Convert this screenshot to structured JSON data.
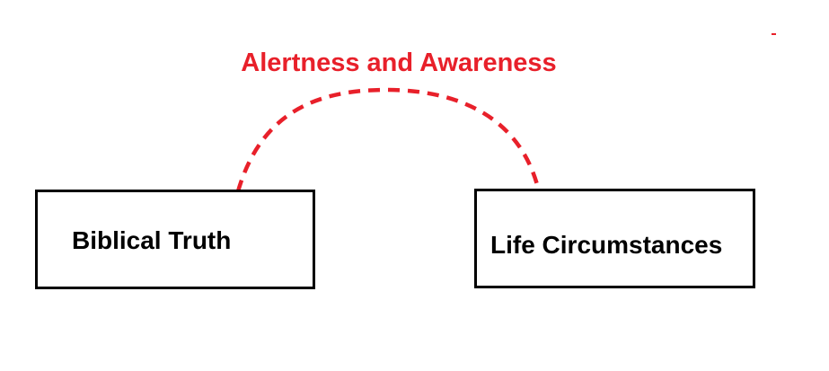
{
  "diagram": {
    "title": "Alertness and Awareness",
    "left_box_label": "Biblical Truth",
    "right_box_label": "Life Circumstances",
    "connector_style": "dashed-arc",
    "colors": {
      "accent": "#e8202a",
      "box_border": "#000000",
      "text": "#000000",
      "background": "#ffffff"
    }
  }
}
